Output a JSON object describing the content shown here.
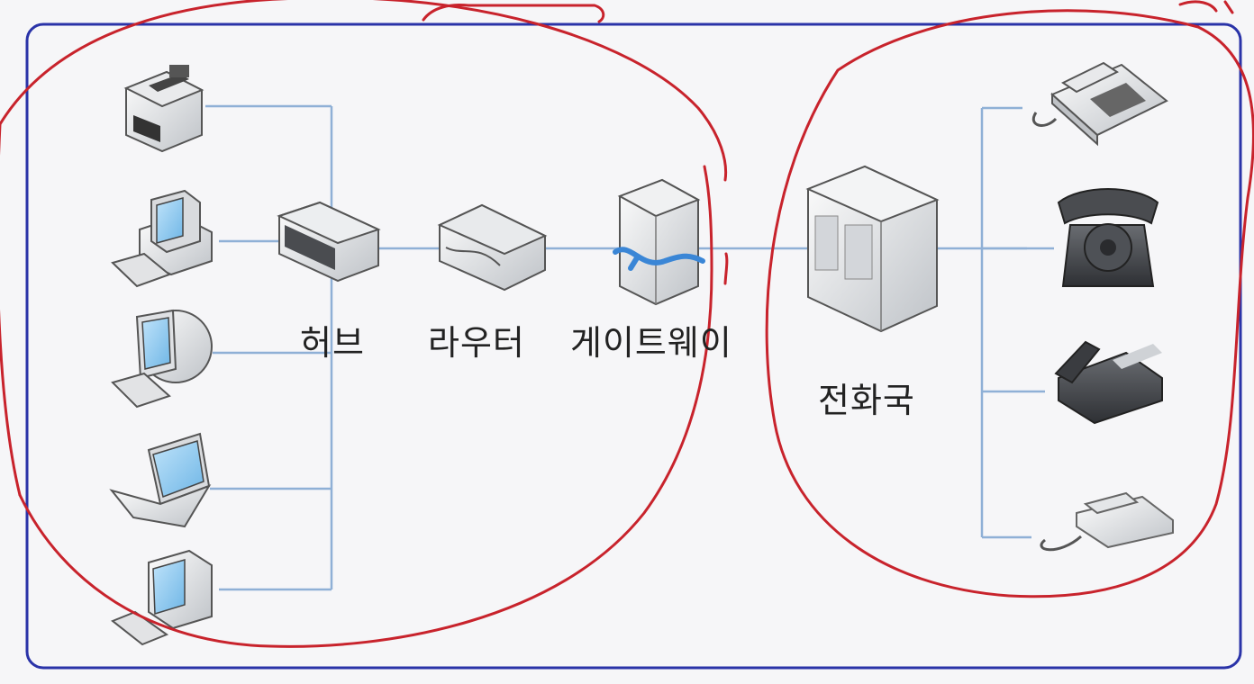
{
  "labels": {
    "hub": "허브",
    "router": "라우터",
    "gateway": "게이트웨이",
    "exchange": "전화국"
  },
  "colors": {
    "frame": "#2a33a8",
    "line": "#8fb0d6",
    "annotation": "#c8232c",
    "gateway_mark": "#3a86d6"
  },
  "icons": {
    "left_devices": [
      "printer-icon",
      "desktop-pc-icon",
      "crt-monitor-icon",
      "laptop-icon",
      "terminal-icon"
    ],
    "right_devices": [
      "desk-phone-icon",
      "rotary-phone-icon",
      "office-phone-icon",
      "cordless-phone-icon"
    ],
    "network": [
      "hub-icon",
      "router-icon",
      "gateway-server-icon",
      "exchange-server-icon"
    ]
  }
}
